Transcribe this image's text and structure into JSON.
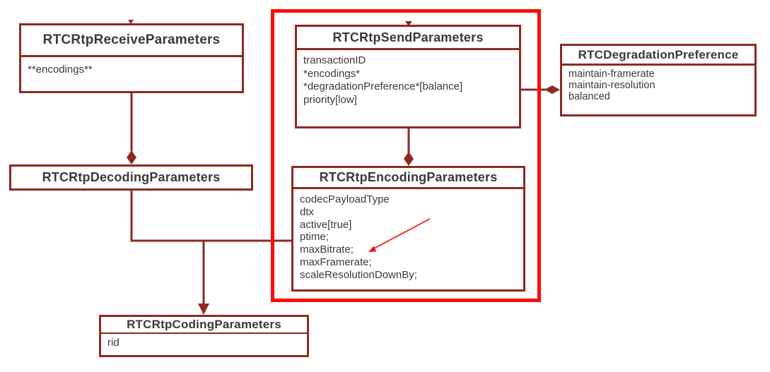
{
  "diagram": {
    "boxes": {
      "receive": {
        "title": "RTCRtpReceiveParameters",
        "members": [
          "**encodings**"
        ]
      },
      "decoding": {
        "title": "RTCRtpDecodingParameters",
        "members": []
      },
      "send": {
        "title": "RTCRtpSendParameters",
        "members": [
          "transactionID",
          "*encodings*",
          "*degradationPreference*[balance]",
          "priority[low]"
        ]
      },
      "encoding": {
        "title": "RTCRtpEncodingParameters",
        "members": [
          "codecPayloadType",
          "dtx",
          "active[true]",
          "ptime;",
          "maxBitrate;",
          "maxFramerate;",
          "scaleResolutionDownBy;"
        ]
      },
      "coding": {
        "title": "RTCRtpCodingParameters",
        "members": [
          "rid"
        ]
      },
      "degradation": {
        "title": "RTCDegradationPreference",
        "members": [
          "maintain-framerate",
          "maintain-resolution",
          "balanced"
        ]
      }
    },
    "colors": {
      "box_border": "#8e2922",
      "connector": "#8e2922",
      "highlight_rect": "#fa0d0a",
      "annotation_arrow": "#f2150c",
      "text": "#3a3a3a",
      "background": "#ffffff"
    }
  }
}
